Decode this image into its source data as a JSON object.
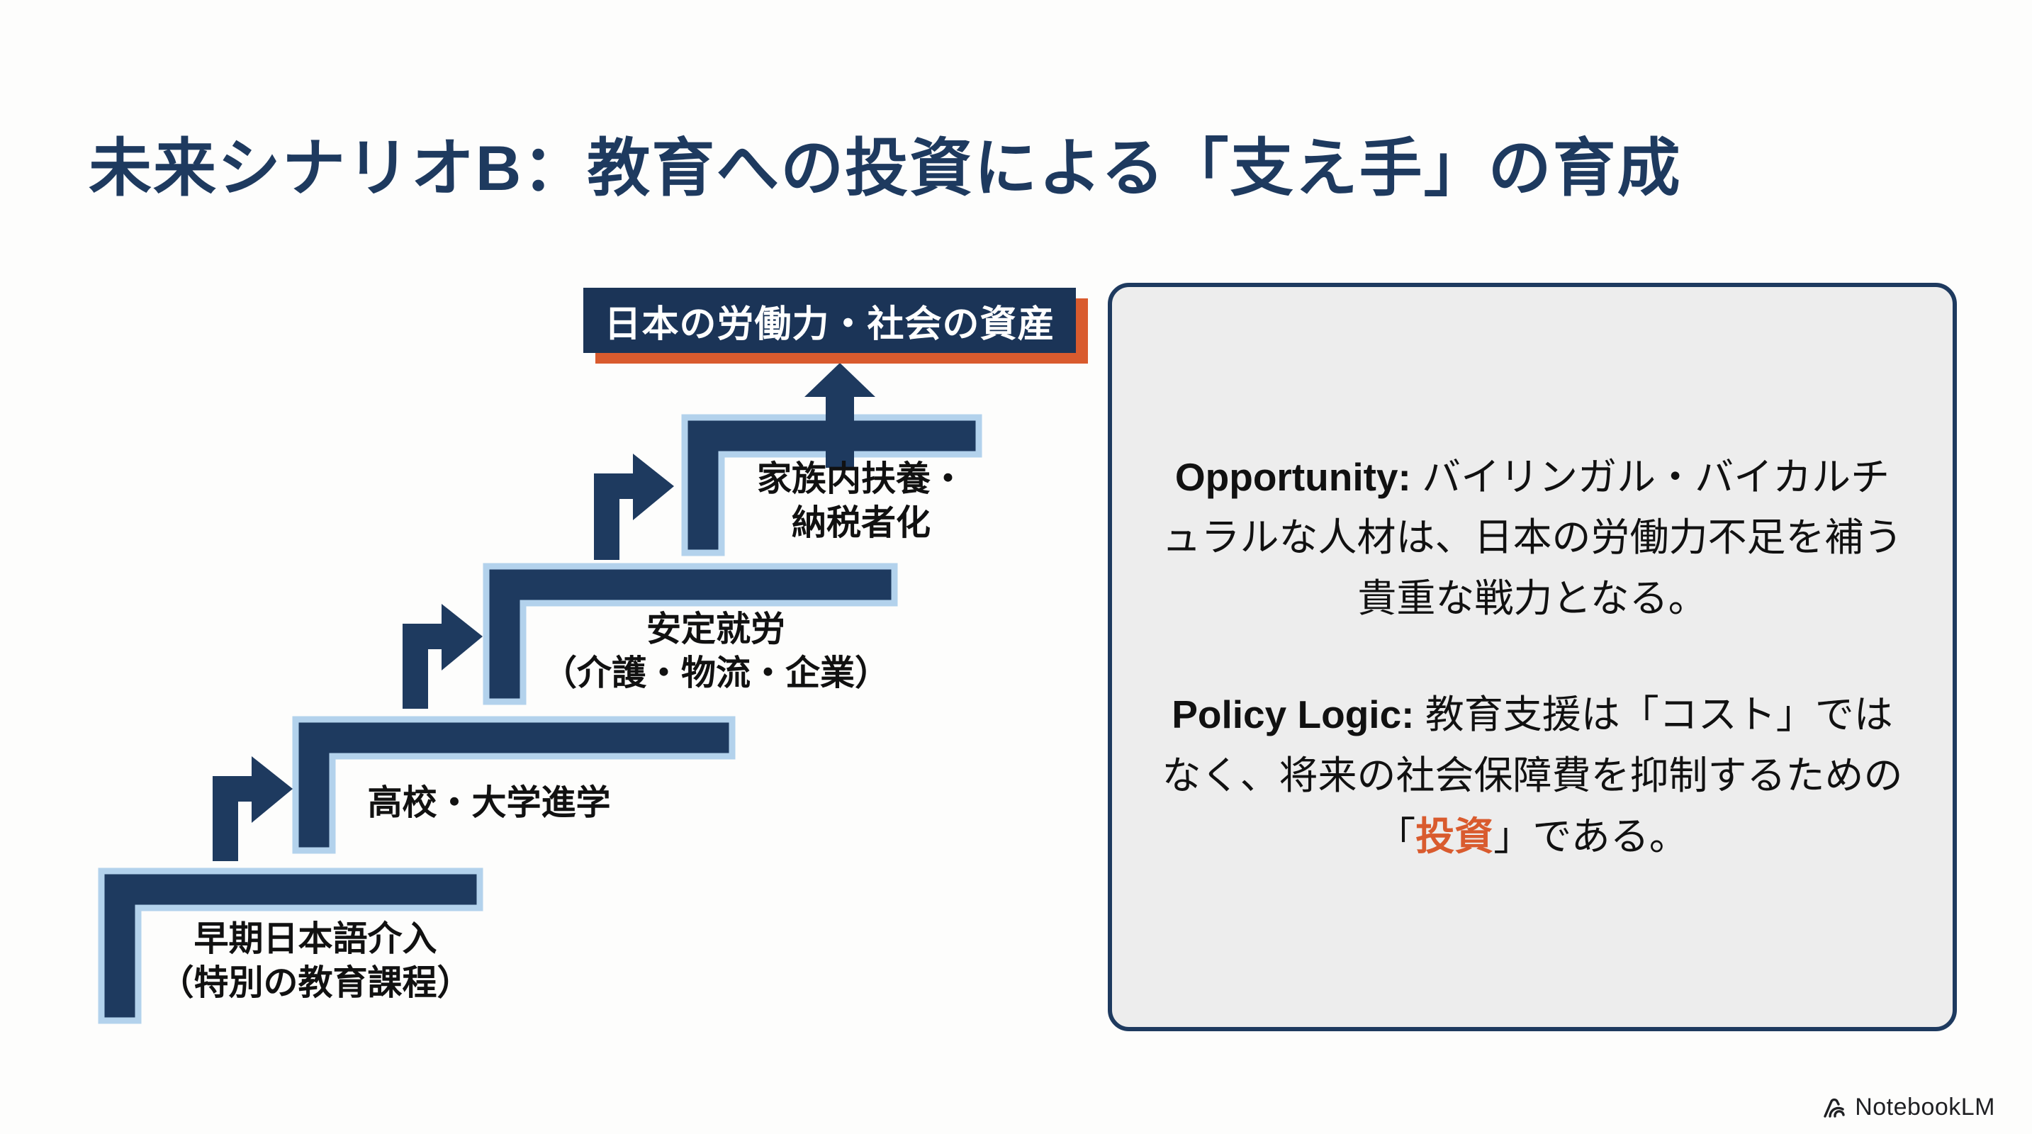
{
  "slide": {
    "title": "未来シナリオB：教育への投資による「支え手」の育成"
  },
  "diagram": {
    "goal_box": "日本の労働力・社会の資産",
    "steps": [
      {
        "label": "早期日本語介入\n（特別の教育課程）"
      },
      {
        "label": "高校・大学進学"
      },
      {
        "label": "安定就労\n（介護・物流・企業）"
      },
      {
        "label": "家族内扶養・\n納税者化"
      }
    ]
  },
  "panel": {
    "opportunity_label": "Opportunity:",
    "opportunity_text": " バイリンガル・バイカルチュラルな人材は、日本の労働力不足を補う貴重な戦力となる。",
    "policy_label": "Policy Logic:",
    "policy_text_before": " 教育支援は「コスト」ではなく、将来の社会保障費を抑制するための「",
    "policy_highlight": "投資",
    "policy_text_after": "」である。"
  },
  "footer": {
    "brand": "NotebookLM"
  },
  "colors": {
    "navy": "#1e3a5f",
    "navy_deep": "#1b3457",
    "light_blue": "#b3d2ec",
    "orange": "#d95b2e",
    "panel_bg": "#ededed",
    "text_black": "#111111"
  }
}
